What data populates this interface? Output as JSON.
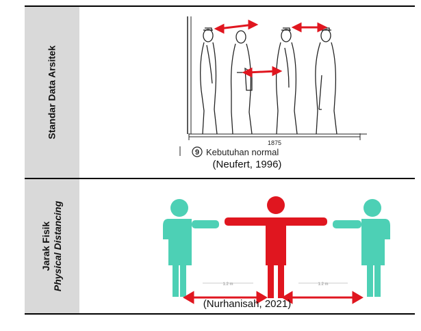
{
  "rows": [
    {
      "header": "Standar Data Arsitek",
      "figure": {
        "dimension_label": "1875",
        "figure_number": "9",
        "figure_caption": "Kebutuhan normal",
        "citation": "(Neufert, 1996)"
      }
    },
    {
      "header_line1": "Jarak Fisik",
      "header_line2": "Physical Distancing",
      "figure": {
        "distance_label_left": "1.2 m",
        "distance_label_right": "1.2 m",
        "citation": "(Nurhanisah, 2021)"
      }
    }
  ],
  "colors": {
    "row_header_bg": "#d9d9d9",
    "arrow_red": "#e0161f",
    "figure_teal": "#4dd0b5",
    "figure_red": "#e0161f"
  }
}
